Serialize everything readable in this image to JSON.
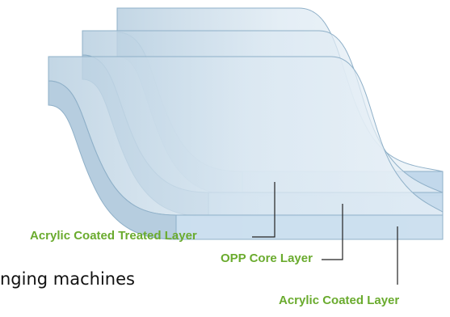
{
  "colors": {
    "label_green": "#6aab2e",
    "leader_line": "#222222",
    "sheet_fill": "#c9dcea",
    "sheet_edge": "#8fb0c8",
    "bottom_face": "#b9d3ea"
  },
  "labels": {
    "acrylic_treated": "Acrylic Coated Treated Layer",
    "opp_core": "OPP Core Layer",
    "acrylic_coated": "Acrylic Coated Layer"
  },
  "caption": "nging machines"
}
